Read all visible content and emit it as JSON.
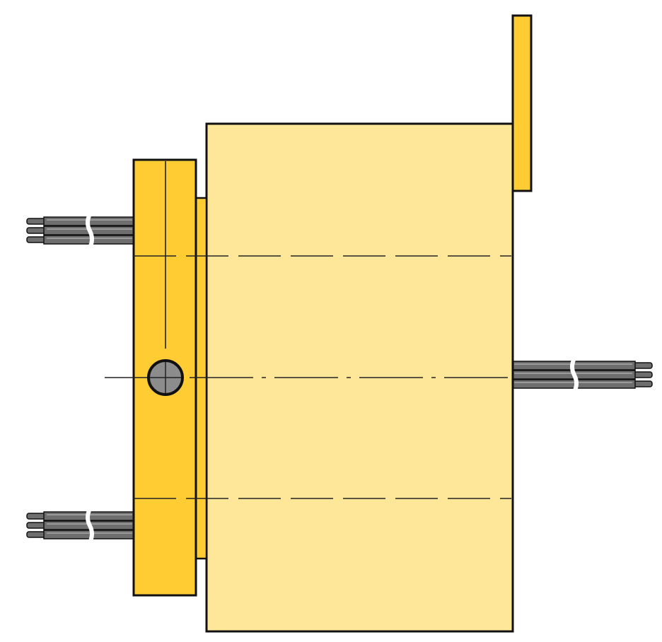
{
  "diagram": {
    "type": "technical-drawing",
    "subject": "",
    "colors": {
      "flange": "#FFCC33",
      "body": "#FFE79A",
      "tab": "#FFCC33",
      "wire": "#6E6E6E",
      "wire_highlight": "#A8A8A8",
      "outline": "#111111",
      "screw": "#8C8C8C"
    },
    "wire_bundles": [
      {
        "side": "left",
        "strands": 3
      },
      {
        "side": "left",
        "strands": 3
      },
      {
        "side": "right",
        "strands": 3
      }
    ]
  }
}
